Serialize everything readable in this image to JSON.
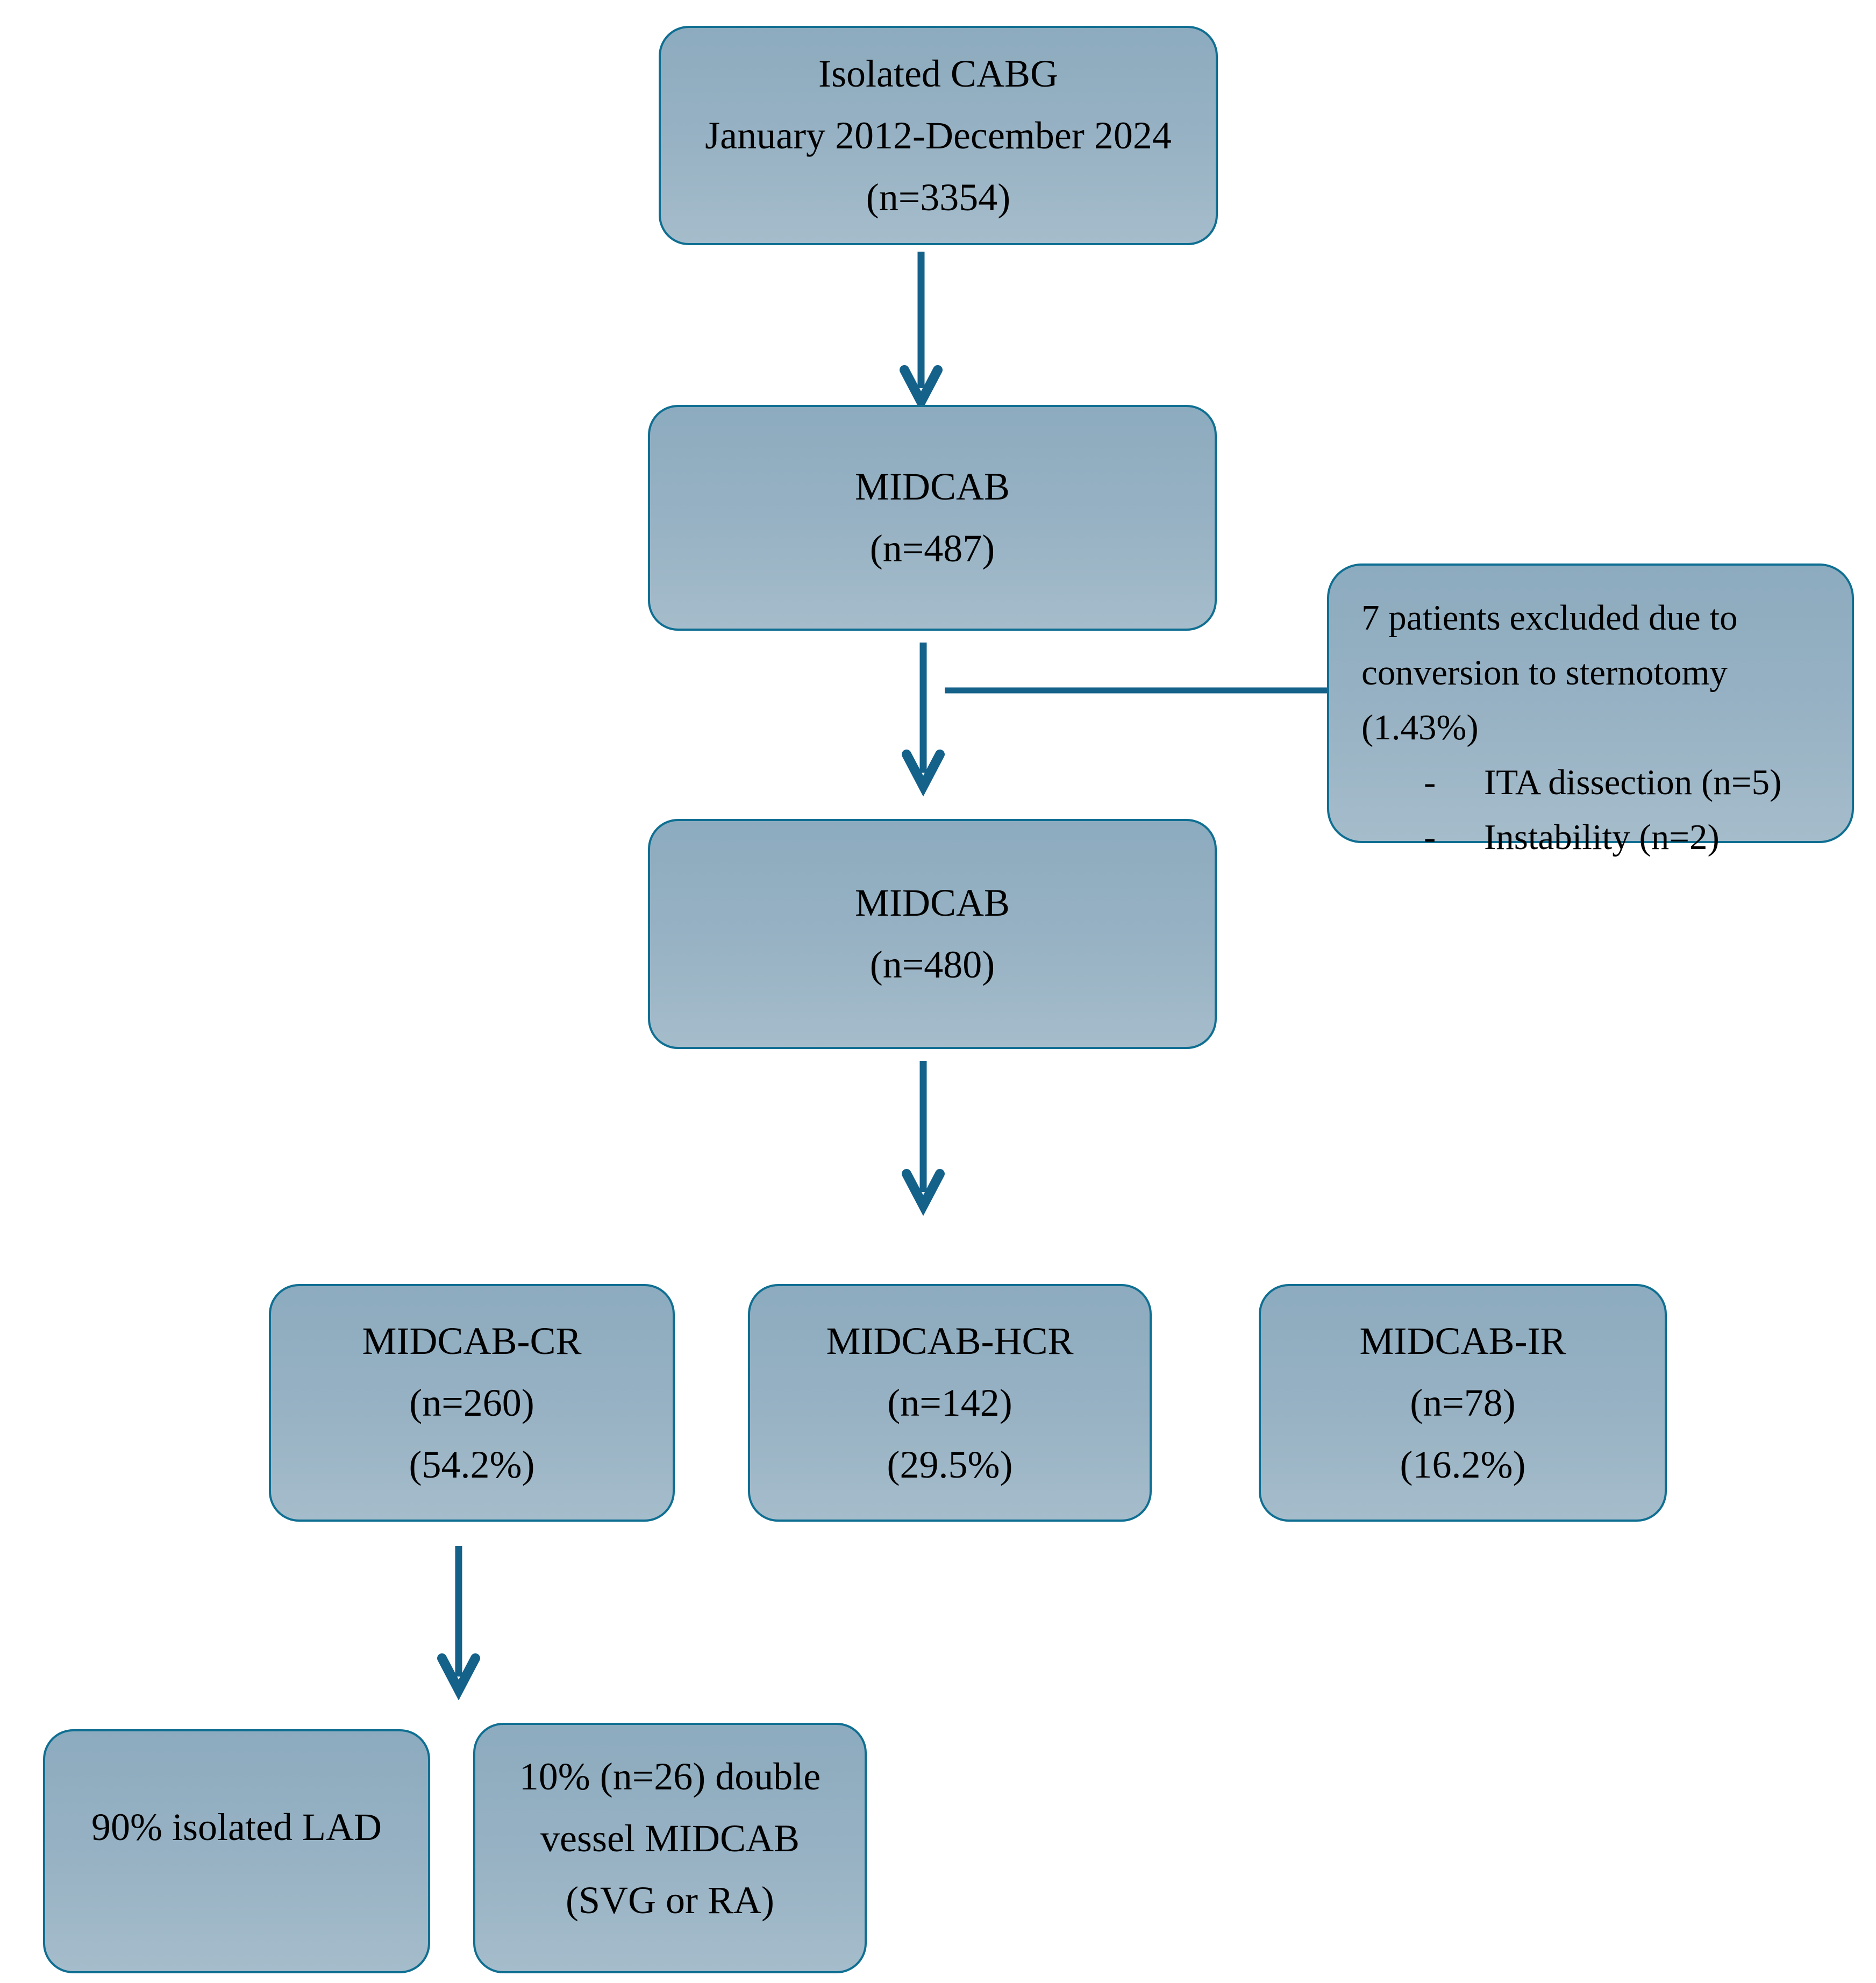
{
  "figure": {
    "title": "MIDCAB patient flow diagram",
    "type": "flowchart"
  },
  "colors": {
    "background": "#ffffff",
    "box_fill_top": "#8dabbf",
    "box_fill_mid": "#96b1c3",
    "box_fill_bottom": "#a5bccb",
    "box_border": "#0f6f92",
    "arrow": "#14618a",
    "text": "#000000"
  },
  "nodes": {
    "cabg": {
      "lines": [
        "Isolated CABG",
        "January 2012-December 2024",
        "(n=3354)"
      ]
    },
    "midcab487": {
      "lines": [
        "MIDCAB",
        "(n=487)"
      ]
    },
    "excluded": {
      "lines": [
        "7 patients excluded due to",
        "conversion to sternotomy",
        "(1.43%)"
      ],
      "bullet_marker": "-",
      "bullets": [
        "ITA dissection (n=5)",
        "Instability (n=2)"
      ]
    },
    "midcab480": {
      "lines": [
        "MIDCAB",
        "(n=480)"
      ]
    },
    "cr": {
      "lines": [
        "MIDCAB-CR",
        "(n=260)",
        "(54.2%)"
      ]
    },
    "hcr": {
      "lines": [
        "MIDCAB-HCR",
        "(n=142)",
        "(29.5%)"
      ]
    },
    "ir": {
      "lines": [
        "MIDCAB-IR",
        "(n=78)",
        "(16.2%)"
      ]
    },
    "lad": {
      "lines": [
        "90% isolated LAD"
      ]
    },
    "double_vessel": {
      "lines": [
        "10% (n=26) double",
        "vessel MIDCAB",
        "(SVG or RA)"
      ]
    }
  }
}
